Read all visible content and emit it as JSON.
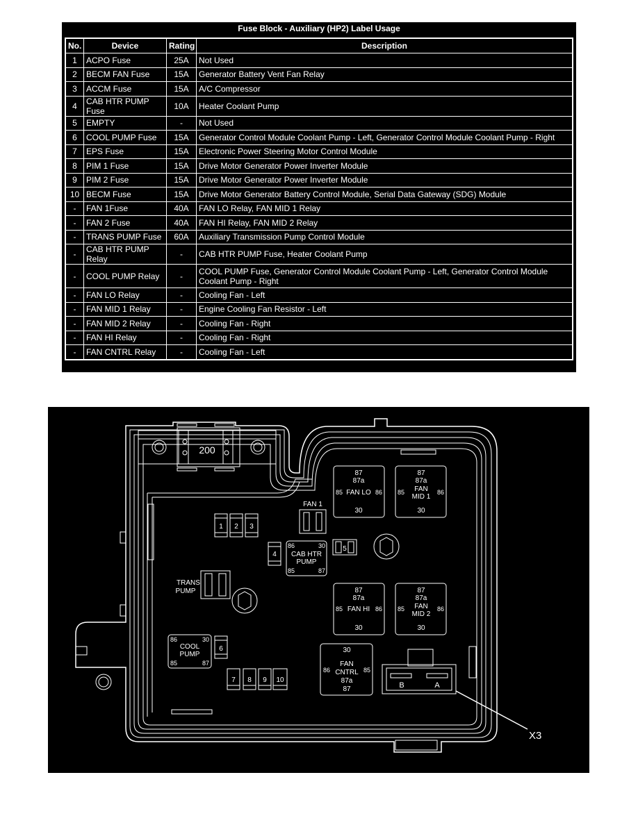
{
  "table": {
    "title": "Fuse Block - Auxiliary (HP2) Label Usage",
    "headers": [
      "No.",
      "Device",
      "Rating",
      "Description"
    ],
    "rows": [
      {
        "no": "1",
        "device": "ACPO Fuse",
        "rating": "25A",
        "desc": "Not Used"
      },
      {
        "no": "2",
        "device": "BECM FAN Fuse",
        "rating": "15A",
        "desc": "Generator Battery Vent Fan Relay"
      },
      {
        "no": "3",
        "device": "ACCM Fuse",
        "rating": "15A",
        "desc": "A/C Compressor"
      },
      {
        "no": "4",
        "device": "CAB HTR PUMP Fuse",
        "rating": "10A",
        "desc": "Heater Coolant Pump"
      },
      {
        "no": "5",
        "device": "EMPTY",
        "rating": "-",
        "desc": "Not Used"
      },
      {
        "no": "6",
        "device": "COOL PUMP Fuse",
        "rating": "15A",
        "desc": "Generator Control Module Coolant Pump - Left, Generator Control Module Coolant Pump - Right"
      },
      {
        "no": "7",
        "device": "EPS Fuse",
        "rating": "15A",
        "desc": "Electronic Power Steering Motor Control Module"
      },
      {
        "no": "8",
        "device": "PIM 1 Fuse",
        "rating": "15A",
        "desc": "Drive Motor Generator Power Inverter Module"
      },
      {
        "no": "9",
        "device": "PIM 2 Fuse",
        "rating": "15A",
        "desc": "Drive Motor Generator Power Inverter Module"
      },
      {
        "no": "10",
        "device": "BECM Fuse",
        "rating": "15A",
        "desc": "Drive Motor Generator Battery Control Module, Serial Data Gateway (SDG) Module"
      },
      {
        "no": "-",
        "device": "FAN 1Fuse",
        "rating": "40A",
        "desc": "FAN LO Relay, FAN MID 1 Relay"
      },
      {
        "no": "-",
        "device": "FAN 2 Fuse",
        "rating": "40A",
        "desc": "FAN HI Relay, FAN MID 2 Relay"
      },
      {
        "no": "-",
        "device": "TRANS PUMP Fuse",
        "rating": "60A",
        "desc": "Auxiliary Transmission Pump Control Module"
      },
      {
        "no": "-",
        "device": "CAB HTR PUMP Relay",
        "rating": "-",
        "desc": "CAB HTR PUMP Fuse, Heater Coolant Pump"
      },
      {
        "no": "-",
        "device": "COOL PUMP Relay",
        "rating": "-",
        "desc": "COOL PUMP Fuse, Generator Control Module Coolant Pump - Left, Generator Control Module Coolant Pump - Right"
      },
      {
        "no": "-",
        "device": "FAN LO Relay",
        "rating": "-",
        "desc": "Cooling Fan - Left"
      },
      {
        "no": "-",
        "device": "FAN MID 1 Relay",
        "rating": "-",
        "desc": "Engine Cooling Fan Resistor - Left"
      },
      {
        "no": "-",
        "device": "FAN MID 2 Relay",
        "rating": "-",
        "desc": "Cooling Fan - Right"
      },
      {
        "no": "-",
        "device": "FAN HI Relay",
        "rating": "-",
        "desc": "Cooling Fan - Right"
      },
      {
        "no": "-",
        "device": "FAN CNTRL Relay",
        "rating": "-",
        "desc": "Cooling Fan - Left"
      }
    ]
  },
  "diagram": {
    "mega_fuse": "200",
    "fan1_label": "FAN 1",
    "fuse_nums": [
      "1",
      "2",
      "3",
      "4",
      "5",
      "6",
      "7",
      "8",
      "9",
      "10"
    ],
    "cab_htr": {
      "line1": "CAB HTR",
      "line2": "PUMP",
      "p86": "86",
      "p30": "30",
      "p85": "85",
      "p87": "87"
    },
    "trans_pump": {
      "line1": "TRANS",
      "line2": "PUMP"
    },
    "cool_pump": {
      "line1": "COOL",
      "line2": "PUMP",
      "p86": "86",
      "p30": "30",
      "p85": "85",
      "p87": "87"
    },
    "relays": [
      {
        "line1": "87",
        "line2": "87a",
        "left": "85",
        "name1": "FAN LO",
        "name2": "",
        "right": "86",
        "bottom": "30"
      },
      {
        "line1": "87",
        "line2": "87a",
        "left": "85",
        "name1": "FAN",
        "name2": "MID 1",
        "right": "86",
        "bottom": "30"
      },
      {
        "line1": "87",
        "line2": "87a",
        "left": "85",
        "name1": "FAN HI",
        "name2": "",
        "right": "86",
        "bottom": "30"
      },
      {
        "line1": "87",
        "line2": "87a",
        "left": "85",
        "name1": "FAN",
        "name2": "MID 2",
        "right": "86",
        "bottom": "30"
      }
    ],
    "fan_cntrl": {
      "top": "30",
      "name1": "FAN",
      "name2": "CNTRL",
      "left": "86",
      "right": "85",
      "p87a": "87a",
      "p87": "87"
    },
    "connector": {
      "pin_b": "B",
      "pin_a": "A",
      "callout": "X3"
    }
  }
}
